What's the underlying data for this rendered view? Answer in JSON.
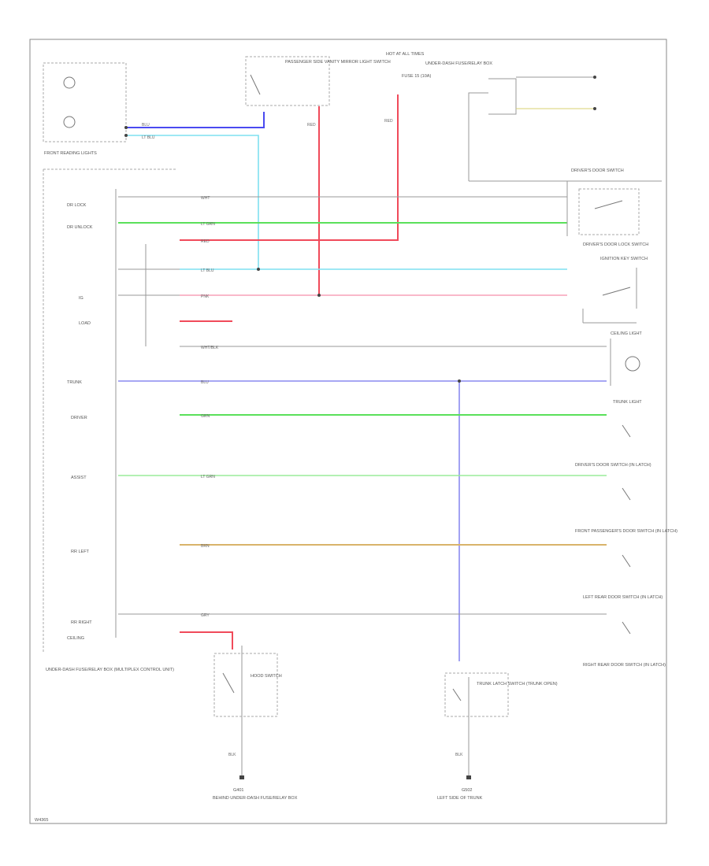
{
  "diagram": {
    "footer_code": "W4365",
    "components": {
      "front_reading_lights": "FRONT READING LIGHTS",
      "map_light_switch": "PASSENGER SIDE VANITY MIRROR LIGHT SWITCH",
      "fuse_box": "HOT AT ALL TIMES",
      "fuse_label": "FUSE 15 (10A)",
      "underhood_fuse": "UNDER-DASH FUSE/RELAY BOX",
      "ctrl_unit": "UNDER-DASH FUSE/RELAY BOX (MULTIPLEX CONTROL UNIT)",
      "door_switch_box": "DRIVER'S DOOR SWITCH",
      "driver_door_lock_switch": "DRIVER'S DOOR LOCK SWITCH",
      "ignition_key_switch": "IGNITION KEY SWITCH",
      "trunk_light": "TRUNK LIGHT",
      "driver_door_switch": "DRIVER'S DOOR SWITCH (IN LATCH)",
      "front_pass_door_switch": "FRONT PASSENGER'S DOOR SWITCH (IN LATCH)",
      "left_rear_door_switch": "LEFT REAR DOOR SWITCH (IN LATCH)",
      "right_rear_door_switch": "RIGHT REAR DOOR SWITCH (IN LATCH)",
      "ceiling_light": "CEILING LIGHT",
      "hood_switch": "HOOD SWITCH",
      "trunk_switch": "TRUNK LATCH SWITCH (TRUNK OPEN)",
      "ground_left": "G401",
      "ground_left_desc": "BEHIND UNDER-DASH FUSE/RELAY BOX",
      "ground_right": "G502",
      "ground_right_desc": "LEFT SIDE OF TRUNK"
    },
    "wire_labels": {
      "w_blu": "BLU",
      "w_ltblu": "LT BLU",
      "w_red": "RED",
      "w_wht": "WHT",
      "w_ltgrn": "LT GRN",
      "w_pnk": "PNK",
      "w_grn": "GRN",
      "w_brn": "BRN",
      "w_gry": "GRY",
      "w_blk": "BLK",
      "w_wht_blk": "WHT/BLK"
    },
    "left_pins": {
      "p1": "DR LOCK",
      "p2": "DR UNLOCK",
      "p3": "IG",
      "p4": "LOAD",
      "p5": "TRUNK",
      "p6": "DRIVER",
      "p7": "ASSIST",
      "p8": "RR LEFT",
      "p9": "RR RIGHT",
      "p10": "CEILING"
    }
  }
}
